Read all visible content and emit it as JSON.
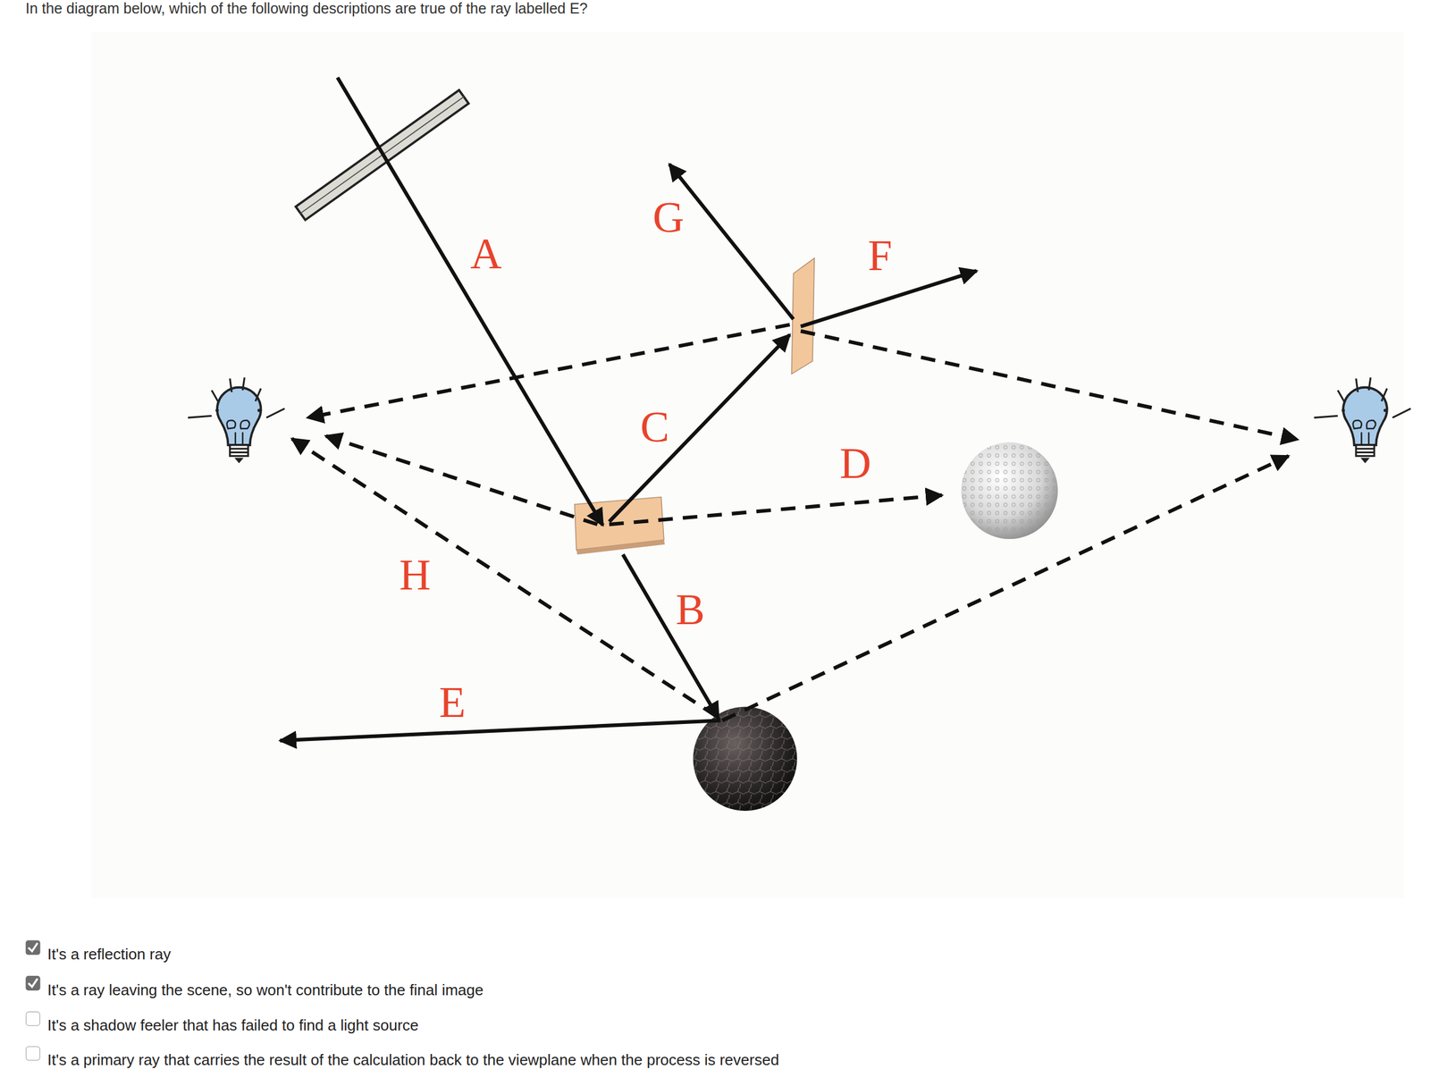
{
  "diagram": {
    "title": "In the diagram below, which of the following descriptions are true of the ray labelled E?",
    "labels": [
      "G",
      "A",
      "F",
      "C",
      "D",
      "H",
      "B",
      "E",
      "It's a reflection ray",
      "It's a ray leaving the scene, so won't contribute to the final image",
      "It's a shadow feeler that has failed to find a light source",
      "It's a primary ray that carries the result of the calculation back to the viewplane when the process is reversed"
    ]
  }
}
